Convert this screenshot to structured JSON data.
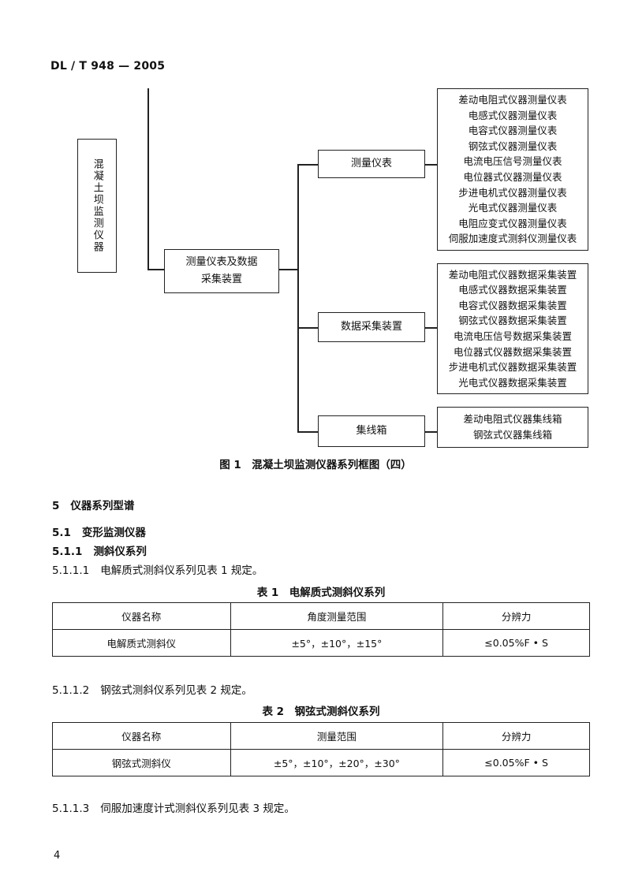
{
  "header": {
    "doc_id": "DL / T 948 — 2005"
  },
  "figure": {
    "root": "混凝土坝监测仪器",
    "main_node": [
      "测量仪表及数据",
      "采集装置"
    ],
    "branches": [
      {
        "label": "测量仪表",
        "items": [
          "差动电阻式仪器测量仪表",
          "电感式仪器测量仪表",
          "电容式仪器测量仪表",
          "钢弦式仪器测量仪表",
          "电流电压信号测量仪表",
          "电位器式仪器测量仪表",
          "步进电机式仪器测量仪表",
          "光电式仪器测量仪表",
          "电阻应变式仪器测量仪表",
          "伺服加速度式测斜仪测量仪表"
        ]
      },
      {
        "label": "数据采集装置",
        "items": [
          "差动电阻式仪器数据采集装置",
          "电感式仪器数据采集装置",
          "电容式仪器数据采集装置",
          "钢弦式仪器数据采集装置",
          "电流电压信号数据采集装置",
          "电位器式仪器数据采集装置",
          "步进电机式仪器数据采集装置",
          "光电式仪器数据采集装置"
        ]
      },
      {
        "label": "集线箱",
        "items": [
          "差动电阻式仪器集线箱",
          "钢弦式仪器集线箱"
        ]
      }
    ],
    "caption": "图 1　混凝土坝监测仪器系列框图（四）"
  },
  "sections": {
    "s5": {
      "num": "5",
      "title": "仪器系列型谱"
    },
    "s5_1": {
      "num": "5.1",
      "title": "变形监测仪器"
    },
    "s5_1_1": {
      "num": "5.1.1",
      "title": "测斜仪系列"
    },
    "s5_1_1_1": {
      "num": "5.1.1.1",
      "text": "电解质式测斜仪系列见表 1 规定。"
    },
    "s5_1_1_2": {
      "num": "5.1.1.2",
      "text": "钢弦式测斜仪系列见表 2 规定。"
    },
    "s5_1_1_3": {
      "num": "5.1.1.3",
      "text": "伺服加速度计式测斜仪系列见表 3 规定。"
    }
  },
  "table1": {
    "caption": "表 1　电解质式测斜仪系列",
    "headers": [
      "仪器名称",
      "角度测量范围",
      "分辨力"
    ],
    "row": [
      "电解质式测斜仪",
      "±5°，±10°，±15°",
      "≤0.05%F • S"
    ]
  },
  "table2": {
    "caption": "表 2　钢弦式测斜仪系列",
    "headers": [
      "仪器名称",
      "测量范围",
      "分辨力"
    ],
    "row": [
      "钢弦式测斜仪",
      "±5°，±10°，±20°，±30°",
      "≤0.05%F • S"
    ]
  },
  "footer": {
    "page_number": "4"
  }
}
